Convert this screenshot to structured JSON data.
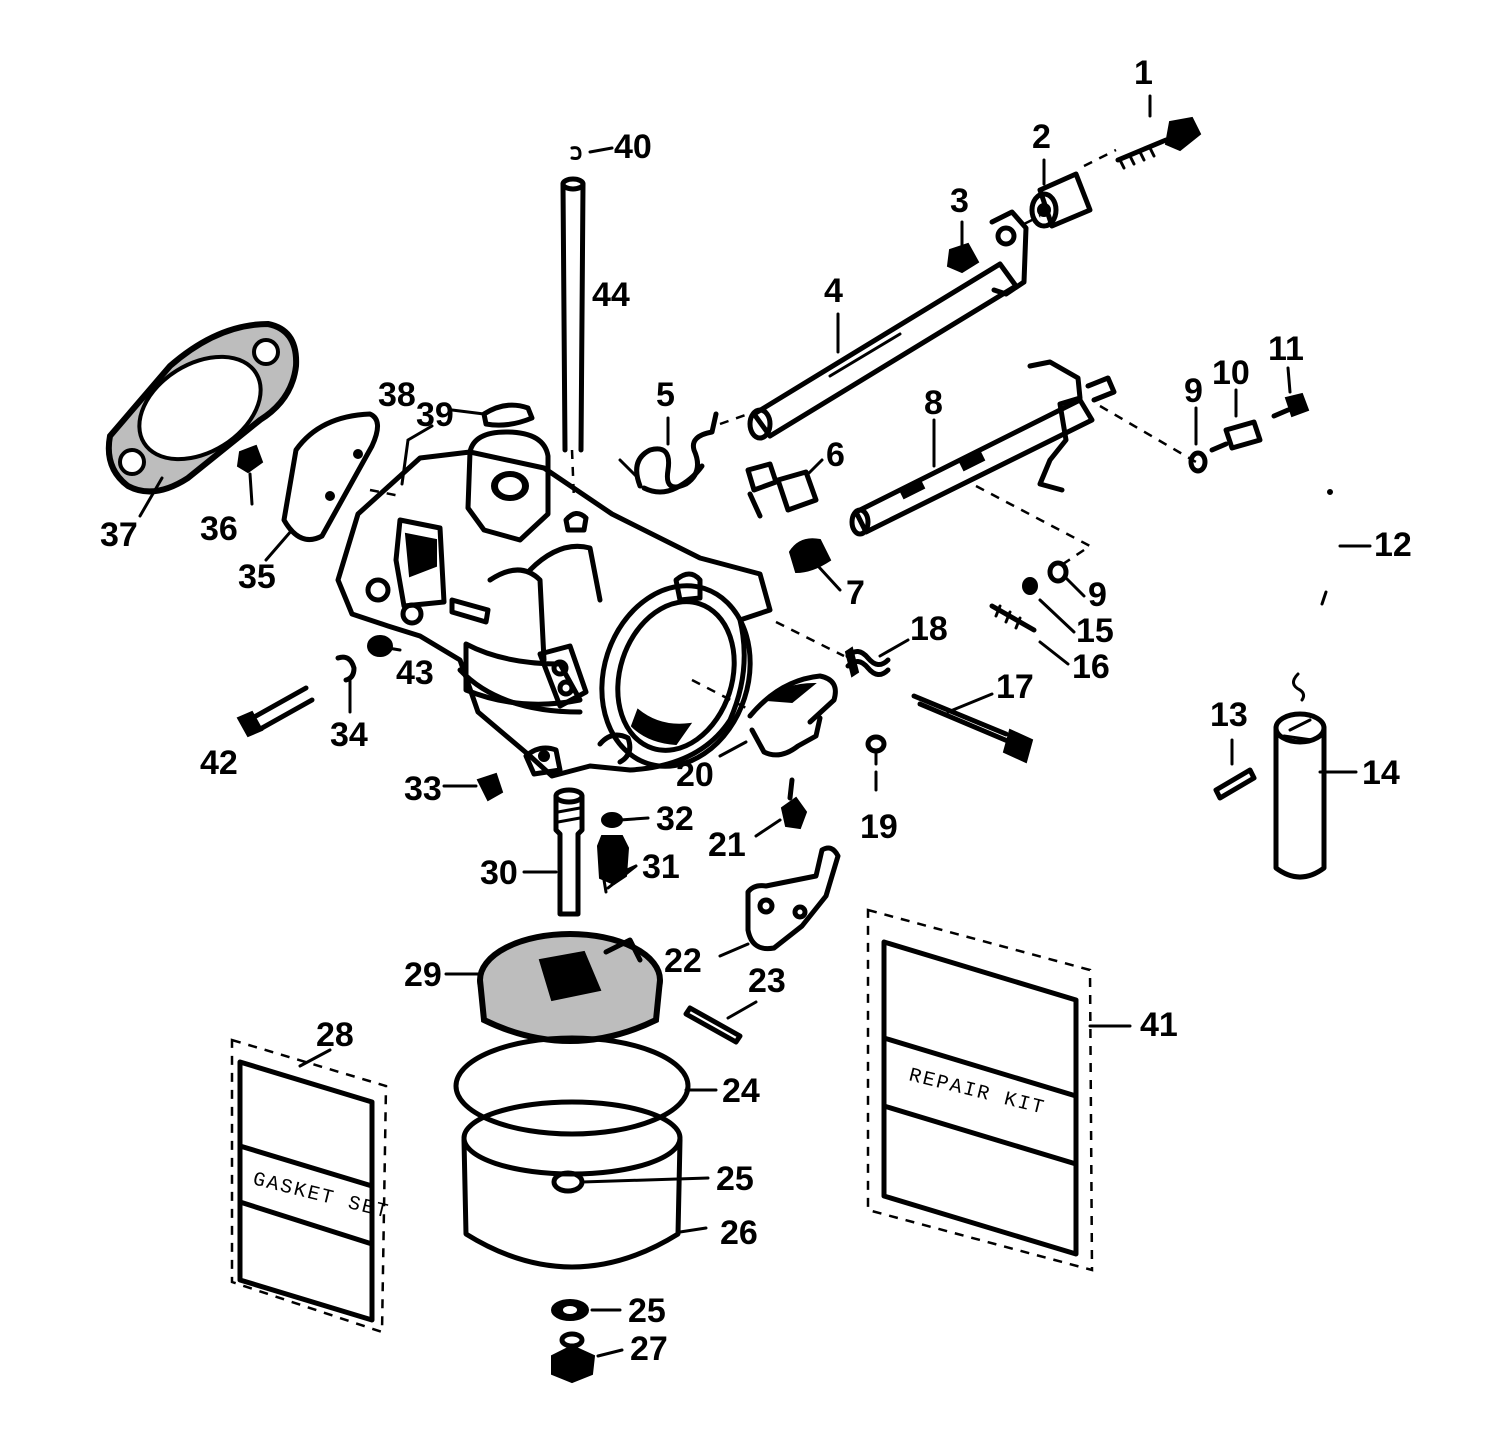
{
  "callouts": [
    {
      "id": "1",
      "label": "1"
    },
    {
      "id": "2",
      "label": "2"
    },
    {
      "id": "3",
      "label": "3"
    },
    {
      "id": "4",
      "label": "4"
    },
    {
      "id": "5",
      "label": "5"
    },
    {
      "id": "6",
      "label": "6"
    },
    {
      "id": "7",
      "label": "7"
    },
    {
      "id": "8",
      "label": "8"
    },
    {
      "id": "9a",
      "label": "9"
    },
    {
      "id": "10",
      "label": "10"
    },
    {
      "id": "11",
      "label": "11"
    },
    {
      "id": "12",
      "label": "12"
    },
    {
      "id": "9b",
      "label": "9"
    },
    {
      "id": "15",
      "label": "15"
    },
    {
      "id": "16",
      "label": "16"
    },
    {
      "id": "18",
      "label": "18"
    },
    {
      "id": "17",
      "label": "17"
    },
    {
      "id": "13",
      "label": "13"
    },
    {
      "id": "14",
      "label": "14"
    },
    {
      "id": "19",
      "label": "19"
    },
    {
      "id": "20",
      "label": "20"
    },
    {
      "id": "21",
      "label": "21"
    },
    {
      "id": "22",
      "label": "22"
    },
    {
      "id": "23",
      "label": "23"
    },
    {
      "id": "24",
      "label": "24"
    },
    {
      "id": "25a",
      "label": "25"
    },
    {
      "id": "26",
      "label": "26"
    },
    {
      "id": "25b",
      "label": "25"
    },
    {
      "id": "27",
      "label": "27"
    },
    {
      "id": "28",
      "label": "28"
    },
    {
      "id": "29",
      "label": "29"
    },
    {
      "id": "30",
      "label": "30"
    },
    {
      "id": "31",
      "label": "31"
    },
    {
      "id": "32",
      "label": "32"
    },
    {
      "id": "33",
      "label": "33"
    },
    {
      "id": "34",
      "label": "34"
    },
    {
      "id": "35",
      "label": "35"
    },
    {
      "id": "36",
      "label": "36"
    },
    {
      "id": "37",
      "label": "37"
    },
    {
      "id": "38",
      "label": "38"
    },
    {
      "id": "39",
      "label": "39"
    },
    {
      "id": "40",
      "label": "40"
    },
    {
      "id": "41",
      "label": "41"
    },
    {
      "id": "42",
      "label": "42"
    },
    {
      "id": "43",
      "label": "43"
    },
    {
      "id": "44",
      "label": "44"
    }
  ],
  "kits": {
    "gasket_set": "GASKET SET",
    "repair_kit": "REPAIR KIT"
  }
}
